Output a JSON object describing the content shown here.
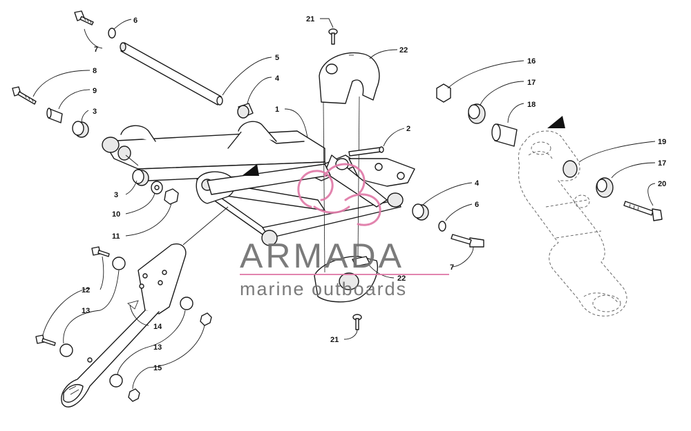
{
  "callouts": [
    {
      "id": "c21a",
      "label": "21"
    },
    {
      "id": "c22a",
      "label": "22"
    },
    {
      "id": "c6a",
      "label": "6"
    },
    {
      "id": "c7a",
      "label": "7"
    },
    {
      "id": "c5",
      "label": "5"
    },
    {
      "id": "c4a",
      "label": "4"
    },
    {
      "id": "c8",
      "label": "8"
    },
    {
      "id": "c9",
      "label": "9"
    },
    {
      "id": "c3a",
      "label": "3"
    },
    {
      "id": "c1",
      "label": "1"
    },
    {
      "id": "c2",
      "label": "2"
    },
    {
      "id": "c16",
      "label": "16"
    },
    {
      "id": "c17a",
      "label": "17"
    },
    {
      "id": "c18",
      "label": "18"
    },
    {
      "id": "c19",
      "label": "19"
    },
    {
      "id": "c17b",
      "label": "17"
    },
    {
      "id": "c20",
      "label": "20"
    },
    {
      "id": "c3b",
      "label": "3"
    },
    {
      "id": "c10",
      "label": "10"
    },
    {
      "id": "c11",
      "label": "11"
    },
    {
      "id": "c4b",
      "label": "4"
    },
    {
      "id": "c6b",
      "label": "6"
    },
    {
      "id": "c7b",
      "label": "7"
    },
    {
      "id": "c22b",
      "label": "22"
    },
    {
      "id": "c21b",
      "label": "21"
    },
    {
      "id": "c12",
      "label": "12"
    },
    {
      "id": "c13a",
      "label": "13"
    },
    {
      "id": "c14",
      "label": "14"
    },
    {
      "id": "c13b",
      "label": "13"
    },
    {
      "id": "c15",
      "label": "15"
    }
  ],
  "watermark": {
    "title": "ARMADA",
    "subtitle": "marine outboards",
    "logo_color": "#e07aa8",
    "text_color": "#707070",
    "rule_color": "#e07aa8"
  }
}
